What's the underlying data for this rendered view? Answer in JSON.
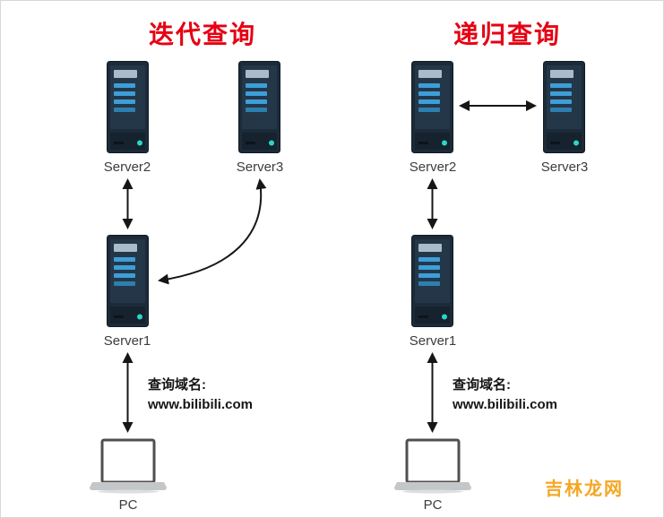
{
  "left": {
    "title": "迭代查询",
    "nodes": {
      "server2": "Server2",
      "server3": "Server3",
      "server1": "Server1",
      "pc": "PC"
    },
    "query_label": "查询域名:",
    "query_domain": "www.bilibili.com",
    "connections": [
      {
        "from": "PC",
        "to": "Server1",
        "style": "bidirectional-vertical"
      },
      {
        "from": "Server1",
        "to": "Server2",
        "style": "bidirectional-vertical"
      },
      {
        "from": "Server1",
        "to": "Server3",
        "style": "bidirectional-curved"
      }
    ]
  },
  "right": {
    "title": "递归查询",
    "nodes": {
      "server2": "Server2",
      "server3": "Server3",
      "server1": "Server1",
      "pc": "PC"
    },
    "query_label": "查询域名:",
    "query_domain": "www.bilibili.com",
    "connections": [
      {
        "from": "PC",
        "to": "Server1",
        "style": "bidirectional-vertical"
      },
      {
        "from": "Server1",
        "to": "Server2",
        "style": "bidirectional-vertical"
      },
      {
        "from": "Server2",
        "to": "Server3",
        "style": "bidirectional-horizontal"
      }
    ]
  },
  "watermark": "吉林龙网",
  "colors": {
    "title": "#e60012",
    "watermark": "#f5a623",
    "arrow": "#161616"
  }
}
